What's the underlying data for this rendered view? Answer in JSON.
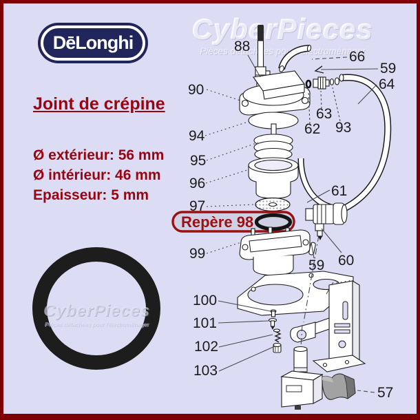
{
  "brand": {
    "logo_text": "DēLonghi"
  },
  "product": {
    "title": "Joint de crépine",
    "spec_outer": "Ø extérieur: 56 mm",
    "spec_inner": "Ø intérieur: 46 mm",
    "spec_thickness": "Epaisseur: 5 mm",
    "highlight_label": "Repère 98"
  },
  "watermark": {
    "name": "CyberPieces",
    "tagline": "Pièces détachées pour l'électroménager"
  },
  "diagram": {
    "labels": {
      "p57": "57",
      "p59a": "59",
      "p59b": "59",
      "p60": "60",
      "p61": "61",
      "p62": "62",
      "p63": "63",
      "p64": "64",
      "p66": "66",
      "p88": "88",
      "p90": "90",
      "p93": "93",
      "p94": "94",
      "p95": "95",
      "p96": "96",
      "p97": "97",
      "p99": "99",
      "p100": "100",
      "p101": "101",
      "p102": "102",
      "p103": "103"
    }
  },
  "colors": {
    "background": "#dcdcf4",
    "frame_red": "#7d0103",
    "accent_red": "#9a0410",
    "badge_fill": "#d0d0e4",
    "logo_navy": "#20255c",
    "oring_black": "#1d1d1d"
  }
}
